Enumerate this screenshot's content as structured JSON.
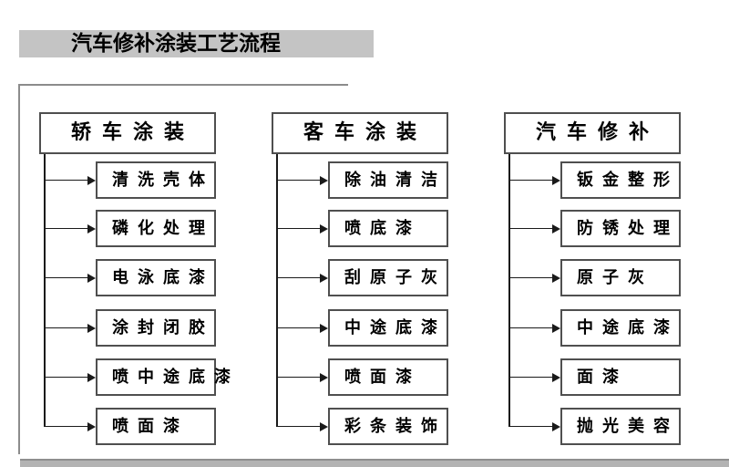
{
  "title_bar": {
    "text": "汽车修补涂装工艺流程"
  },
  "columns": [
    {
      "header": "轿车涂装",
      "items": [
        "清洗壳体",
        "磷化处理",
        "电泳底漆",
        "涂封闭胶",
        "喷中途底漆",
        "喷面漆"
      ]
    },
    {
      "header": "客车涂装",
      "items": [
        "除油清洁",
        "喷底漆",
        "刮原子灰",
        "中途底漆",
        "喷面漆",
        "彩条装饰"
      ]
    },
    {
      "header": "汽车修补",
      "items": [
        "钣金整形",
        "防锈处理",
        "原子灰",
        "中途底漆",
        "面漆",
        "抛光美容"
      ]
    }
  ],
  "colors": {
    "title_bar_bg": "#c4c4c4",
    "bottom_bar_bg": "#b3b3b3",
    "frame_border": "#8c8c8c",
    "box_border": "#4f4f4f",
    "connector_line": "#1a1a1a",
    "text": "#000000"
  }
}
